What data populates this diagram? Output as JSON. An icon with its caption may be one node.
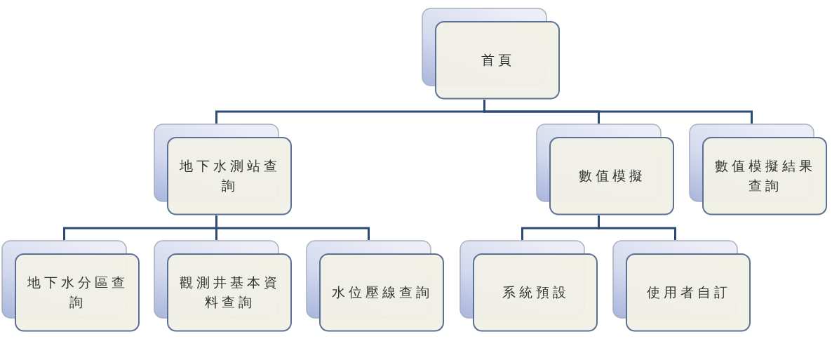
{
  "diagram": {
    "nodes": [
      {
        "text": [
          "首頁"
        ]
      },
      {
        "text": [
          "地下水測站查詢"
        ]
      },
      {
        "text": [
          "數值模擬"
        ]
      },
      {
        "text": [
          "數值模擬結果查詢"
        ]
      },
      {
        "text": [
          "地下水分區查詢"
        ]
      },
      {
        "text": [
          "觀測井基本資料查詢"
        ]
      },
      {
        "text": [
          "水位壓線查詢"
        ]
      },
      {
        "text": [
          "系統預設"
        ]
      },
      {
        "text": [
          "使用者自訂"
        ]
      }
    ],
    "edges": [
      {
        "from": 0,
        "to": 1,
        "arrow": "none"
      },
      {
        "from": 0,
        "to": 2,
        "arrow": "none"
      },
      {
        "from": 0,
        "to": 3,
        "arrow": "none"
      },
      {
        "from": 1,
        "to": 4,
        "arrow": "none"
      },
      {
        "from": 1,
        "to": 5,
        "arrow": "none"
      },
      {
        "from": 1,
        "to": 6,
        "arrow": "none"
      },
      {
        "from": 2,
        "to": 7,
        "arrow": "none"
      },
      {
        "from": 2,
        "to": 8,
        "arrow": "none"
      }
    ]
  }
}
